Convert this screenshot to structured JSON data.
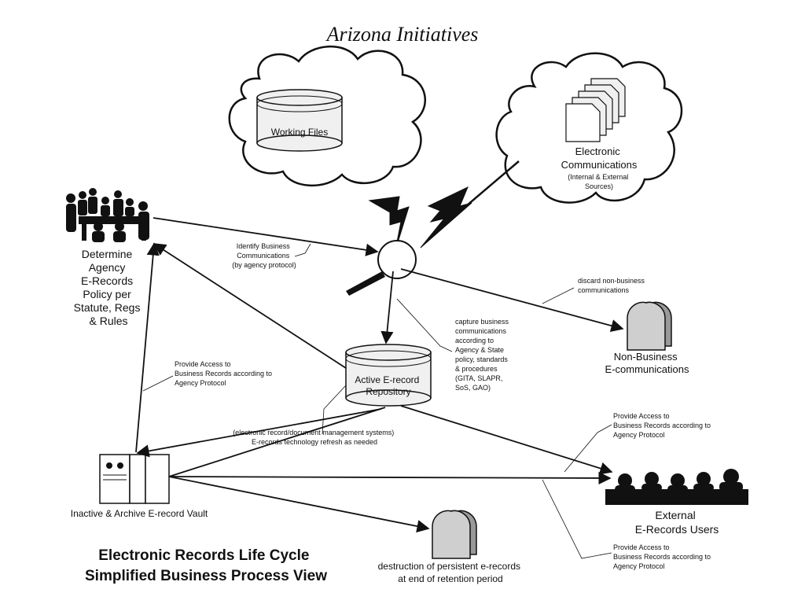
{
  "title": "Arizona Initiatives",
  "colors": {
    "stroke": "#111111",
    "fill_gray": "#cfcfcf",
    "fill_light": "#f0f0f0"
  },
  "nodes": {
    "working_files": {
      "label": "Working Files"
    },
    "electronic_communications": {
      "label_lines": [
        "Electronic",
        "Communications"
      ],
      "sub_lines": [
        "(Internal & External",
        "Sources)"
      ]
    },
    "agency_policy": {
      "label_lines": [
        "Determine",
        "Agency",
        "E-Records",
        "Policy per",
        "Statute, Regs",
        "& Rules"
      ]
    },
    "active_repository": {
      "label_lines": [
        "Active E-record",
        "Repository"
      ]
    },
    "non_business": {
      "label_lines": [
        "Non-Business",
        "E-communications"
      ]
    },
    "vault": {
      "label": "Inactive & Archive E-record Vault"
    },
    "external_users": {
      "label_lines": [
        "External",
        "E-Records Users"
      ]
    },
    "destruction": {
      "label_lines": [
        "destruction of persistent e-records",
        "at end of retention period"
      ]
    }
  },
  "annotations": {
    "identify": [
      "Identify Business",
      "Communications",
      "(by agency protocol)"
    ],
    "discard": [
      "discard non-business",
      "communications"
    ],
    "capture": [
      "capture business",
      "communications",
      "according to",
      "Agency & State",
      "policy, standards",
      "& procedures",
      "(GITA, SLAPR,",
      "SoS, GAO)"
    ],
    "provide_access_left": [
      "Provide Access to",
      "Business Records according to",
      "Agency Protocol"
    ],
    "refresh": [
      "(electronic record/document management systems)",
      "E-records technology refresh as needed"
    ],
    "provide_access_right_top": [
      "Provide Access to",
      "Business Records according to",
      "Agency Protocol"
    ],
    "provide_access_right_bottom": [
      "Provide Access to",
      "Business Records according to",
      "Agency Protocol"
    ]
  },
  "footer": {
    "lines": [
      "Electronic Records Life Cycle",
      "Simplified Business Process View"
    ]
  }
}
